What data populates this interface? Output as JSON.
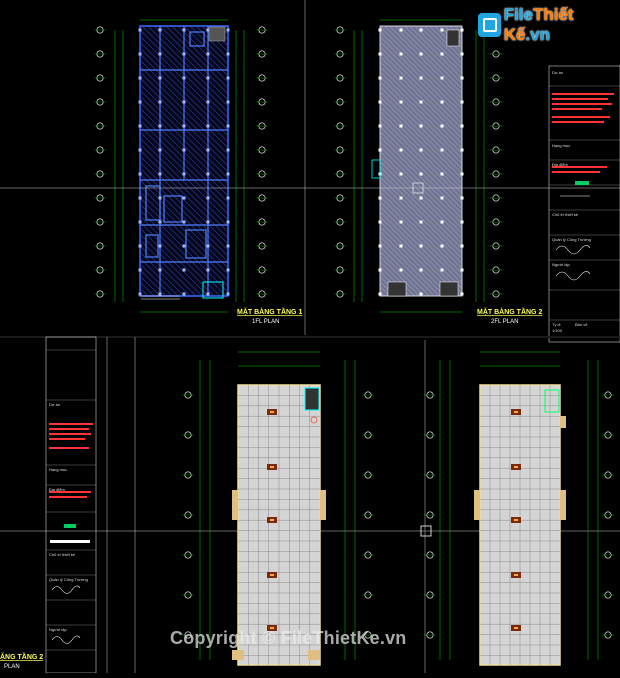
{
  "app": {
    "type": "CAD drawing viewer (model space)"
  },
  "colors": {
    "background": "#000000",
    "grid_axis": "#00ff00",
    "wall": "#3d6bff",
    "slab_hatch": "#8c8fa8",
    "tile_floor": "#d4d4d4",
    "title_text": "#ffff55",
    "logo_blue": "#1fa6e0",
    "logo_orange": "#ff7a00"
  },
  "logo": {
    "brand_main": "File",
    "brand_accent": "Thiết Kế",
    "brand_suffix": ".vn",
    "icon": "file-thietke-logo-icon"
  },
  "watermark": {
    "text": "Copyright © FileThietKe.vn"
  },
  "sheets": {
    "floor1": {
      "title": "MẶT BẰNG TẦNG 1",
      "subtitle": "1FL PLAN"
    },
    "floor2": {
      "title": "MẶT BẰNG TẦNG 2",
      "subtitle": "2FL PLAN"
    },
    "floor2_cut": {
      "title": "ẶNG TẦNG 2",
      "subtitle": "PLAN"
    }
  },
  "title_block": {
    "fields": [
      "Dự án",
      "Hạng mục",
      "Địa điểm",
      "Chủ trì thiết kế",
      "Quản lý Công Trường",
      "Người lập",
      "Tỷ lệ",
      "Bản vẽ"
    ]
  },
  "drawing_scale": "1/100"
}
